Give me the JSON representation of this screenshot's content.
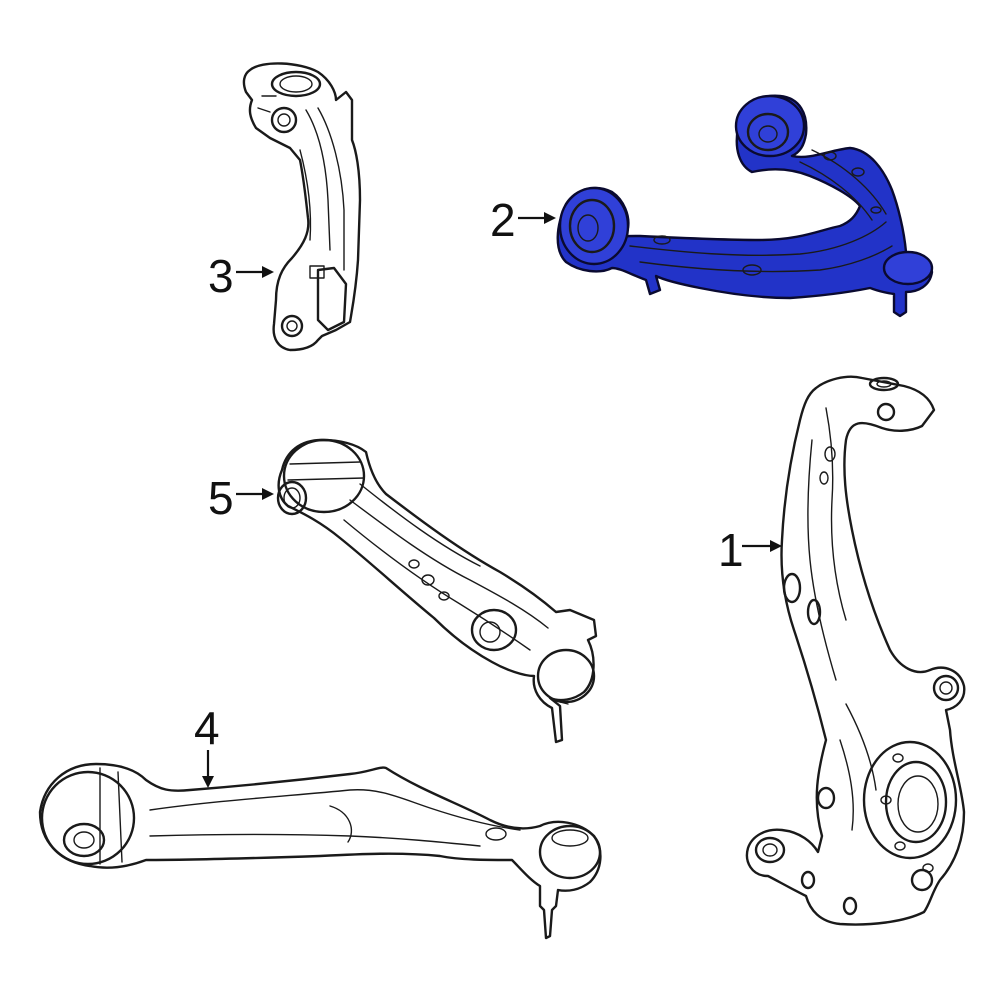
{
  "diagram": {
    "highlight_color": "#2233c8",
    "callouts": [
      {
        "id": "1",
        "label": "1"
      },
      {
        "id": "2",
        "label": "2"
      },
      {
        "id": "3",
        "label": "3"
      },
      {
        "id": "4",
        "label": "4"
      },
      {
        "id": "5",
        "label": "5"
      }
    ],
    "highlighted_part": "2"
  }
}
